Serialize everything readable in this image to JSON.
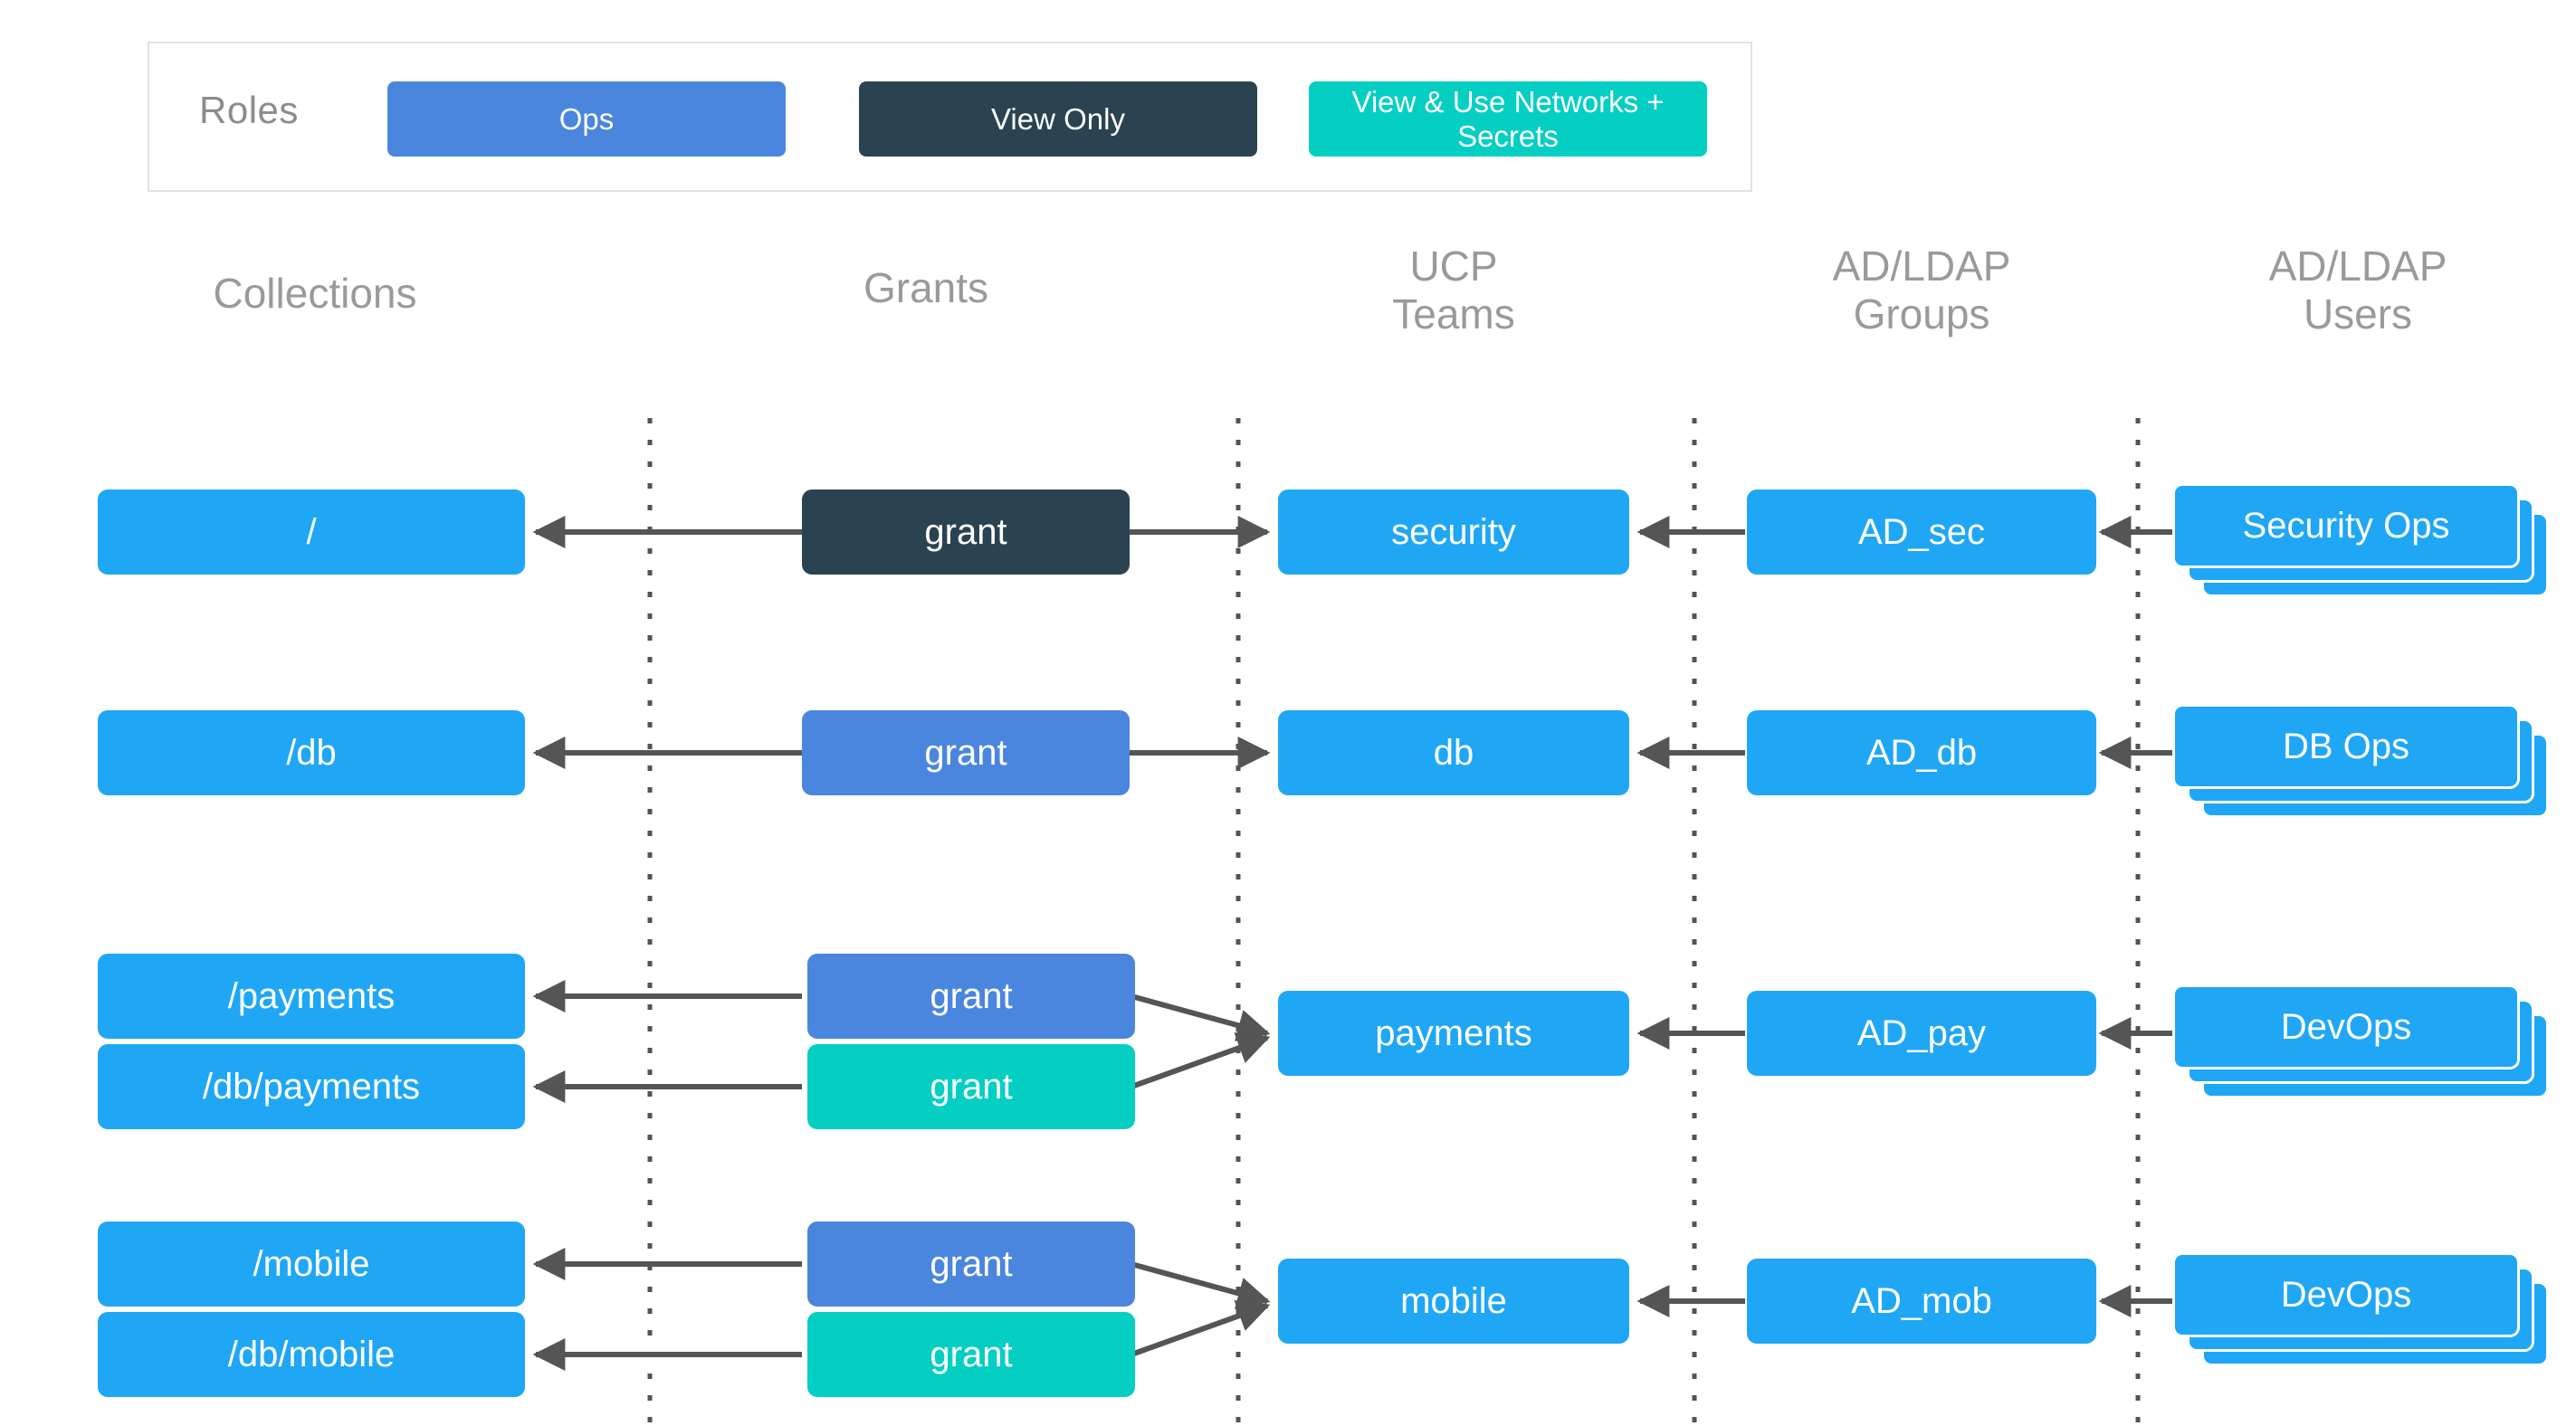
{
  "legend": {
    "title": "Roles",
    "chips": [
      {
        "label": "Ops",
        "color": "#4a86dd"
      },
      {
        "label": "View Only",
        "color": "#2b4251"
      },
      {
        "label": "View & Use\nNetworks + Secrets",
        "color": "#05cfc3"
      }
    ]
  },
  "columns": [
    {
      "id": "collections",
      "label": "Collections"
    },
    {
      "id": "grants",
      "label": "Grants"
    },
    {
      "id": "ucp-teams",
      "label": "UCP\nTeams"
    },
    {
      "id": "adldap-groups",
      "label": "AD/LDAP\nGroups"
    },
    {
      "id": "adldap-users",
      "label": "AD/LDAP\nUsers"
    }
  ],
  "rows": [
    {
      "id": "security",
      "collections": [
        {
          "label": "/"
        }
      ],
      "grants": [
        {
          "label": "grant",
          "role": "View Only",
          "color": "#2b4251"
        }
      ],
      "team": {
        "label": "security"
      },
      "group": {
        "label": "AD_sec"
      },
      "users": {
        "label": "Security Ops",
        "count": 3
      }
    },
    {
      "id": "db",
      "collections": [
        {
          "label": "/db"
        }
      ],
      "grants": [
        {
          "label": "grant",
          "role": "Ops",
          "color": "#4a86dd"
        }
      ],
      "team": {
        "label": "db"
      },
      "group": {
        "label": "AD_db"
      },
      "users": {
        "label": "DB Ops",
        "count": 3
      }
    },
    {
      "id": "payments",
      "collections": [
        {
          "label": "/payments"
        },
        {
          "label": "/db/payments"
        }
      ],
      "grants": [
        {
          "label": "grant",
          "role": "Ops",
          "color": "#4a86dd"
        },
        {
          "label": "grant",
          "role": "View & Use Networks + Secrets",
          "color": "#05cfc3"
        }
      ],
      "team": {
        "label": "payments"
      },
      "group": {
        "label": "AD_pay"
      },
      "users": {
        "label": "DevOps",
        "count": 3
      }
    },
    {
      "id": "mobile",
      "collections": [
        {
          "label": "/mobile"
        },
        {
          "label": "/db/mobile"
        }
      ],
      "grants": [
        {
          "label": "grant",
          "role": "Ops",
          "color": "#4a86dd"
        },
        {
          "label": "grant",
          "role": "View & Use Networks + Secrets",
          "color": "#05cfc3"
        }
      ],
      "team": {
        "label": "mobile"
      },
      "group": {
        "label": "AD_mob"
      },
      "users": {
        "label": "DevOps",
        "count": 3
      }
    }
  ],
  "colors": {
    "collection": "#1fa7f5",
    "team": "#1fa7f5",
    "group": "#1fa7f5",
    "user": "#1fa7f5",
    "ops": "#4a86dd",
    "view_only": "#2b4251",
    "view_use": "#05cfc3",
    "arrow": "#555555",
    "divider": "#4a5560",
    "header_text": "#9a9a9a",
    "legend_border": "#e2e2e2",
    "background": "#ffffff"
  }
}
